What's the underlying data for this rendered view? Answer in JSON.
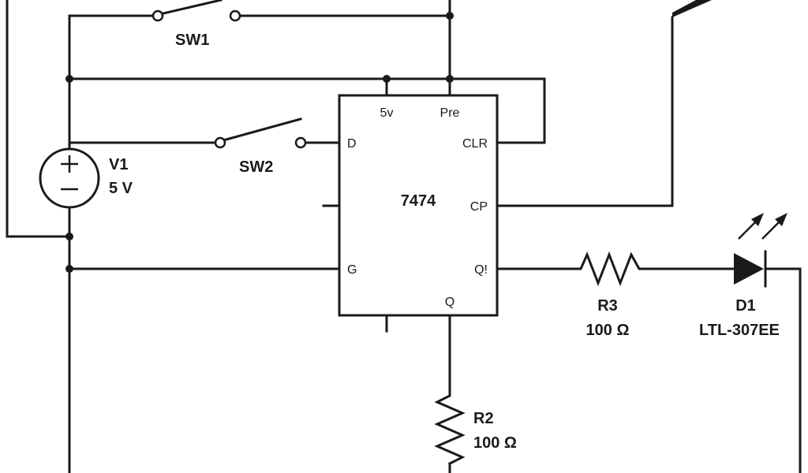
{
  "components": {
    "sw1": {
      "ref": "SW1"
    },
    "sw2": {
      "ref": "SW2"
    },
    "v1": {
      "ref": "V1",
      "value": "5 V",
      "plus": "+",
      "minus": "−"
    },
    "ic": {
      "part": "7474",
      "pins": {
        "vcc": "5v",
        "pre": "Pre",
        "d": "D",
        "clr": "CLR",
        "cp": "CP",
        "g": "G",
        "qbar": "Q!",
        "q": "Q"
      }
    },
    "r2": {
      "ref": "R2",
      "value": "100 Ω"
    },
    "r3": {
      "ref": "R3",
      "value": "100 Ω"
    },
    "d1": {
      "ref": "D1",
      "part": "LTL-307EE"
    }
  },
  "colors": {
    "ink": "#1a1a1a",
    "background": "#ffffff"
  }
}
